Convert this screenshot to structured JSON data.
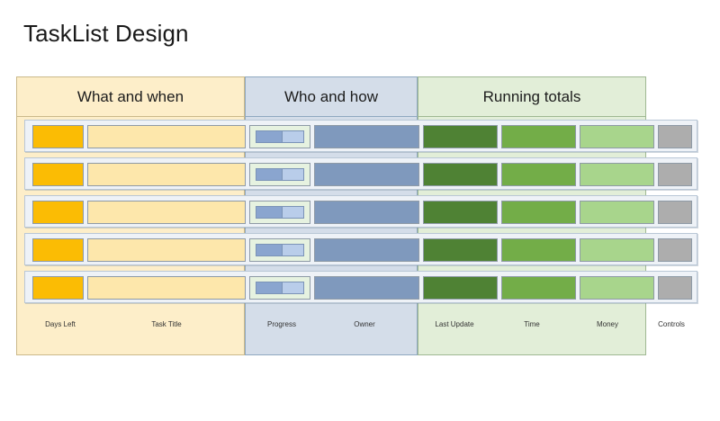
{
  "page": {
    "title": "TaskList Design",
    "background": "#ffffff"
  },
  "groups": [
    {
      "id": "what-and-when",
      "label": "What and when",
      "background": "#fdeec9",
      "border": "#cbb98a"
    },
    {
      "id": "who-and-how",
      "label": "Who and how",
      "background": "#d4dde9",
      "border": "#8fa8c0"
    },
    {
      "id": "running-totals",
      "label": "Running totals",
      "background": "#e2eed8",
      "border": "#9fb892"
    }
  ],
  "columns": [
    {
      "id": "days-left",
      "caption": "Days Left",
      "group": "what-and-when",
      "color": "#fbbc04"
    },
    {
      "id": "task-title",
      "caption": "Task Title",
      "group": "what-and-when",
      "color": "#fde7ab"
    },
    {
      "id": "progress",
      "caption": "Progress",
      "group": "who-and-how",
      "color": "#e6f2e0"
    },
    {
      "id": "owner",
      "caption": "Owner",
      "group": "who-and-how",
      "color": "#7f99bd"
    },
    {
      "id": "last-update",
      "caption": "Last Update",
      "group": "running-totals",
      "color": "#4f8234"
    },
    {
      "id": "time",
      "caption": "Time",
      "group": "running-totals",
      "color": "#73ad48"
    },
    {
      "id": "money",
      "caption": "Money",
      "group": "running-totals",
      "color": "#a8d58c"
    },
    {
      "id": "controls",
      "caption": "Controls",
      "group": "none",
      "color": "#adadad"
    }
  ],
  "rows": [
    {
      "index": 1,
      "progress_percent": 55
    },
    {
      "index": 2,
      "progress_percent": 55
    },
    {
      "index": 3,
      "progress_percent": 55
    },
    {
      "index": 4,
      "progress_percent": 55
    },
    {
      "index": 5,
      "progress_percent": 55
    }
  ],
  "row_card": {
    "background": "#eef2f7",
    "border": "#b9c7d6"
  },
  "progress_widget": {
    "fill_color": "#8aa5cf",
    "track_color": "#b9cdea",
    "border_color": "#7b93b7"
  }
}
